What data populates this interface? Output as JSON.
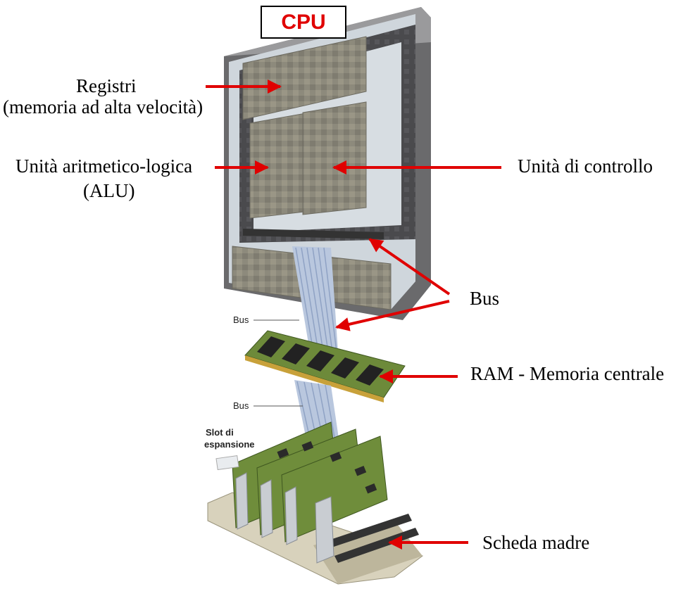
{
  "title": "CPU",
  "labels": {
    "registers_line1": "Registri",
    "registers_line2": "(memoria ad alta velocità)",
    "alu_line1": "Unità aritmetico-logica",
    "alu_line2": "(ALU)",
    "control_unit": "Unità di controllo",
    "bus": "Bus",
    "ram": "RAM - Memoria centrale",
    "motherboard": "Scheda madre"
  },
  "illustration_labels": {
    "bus_upper": "Bus",
    "bus_lower": "Bus",
    "slots_line1": "Slot di",
    "slots_line2": "espansione"
  },
  "colors": {
    "title": "#e00000",
    "arrows": "#e00000",
    "chip_frame": "#5a5a5a",
    "board": "#7a9a3a"
  }
}
